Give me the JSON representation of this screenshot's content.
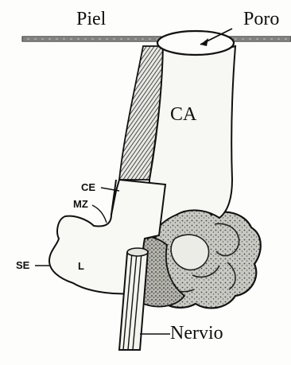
{
  "labels": {
    "skin": "Piel",
    "pore": "Poro",
    "canal": "CA",
    "ce": "CE",
    "mz": "MZ",
    "se": "SE",
    "l": "L",
    "nerve": "Nervio"
  }
}
